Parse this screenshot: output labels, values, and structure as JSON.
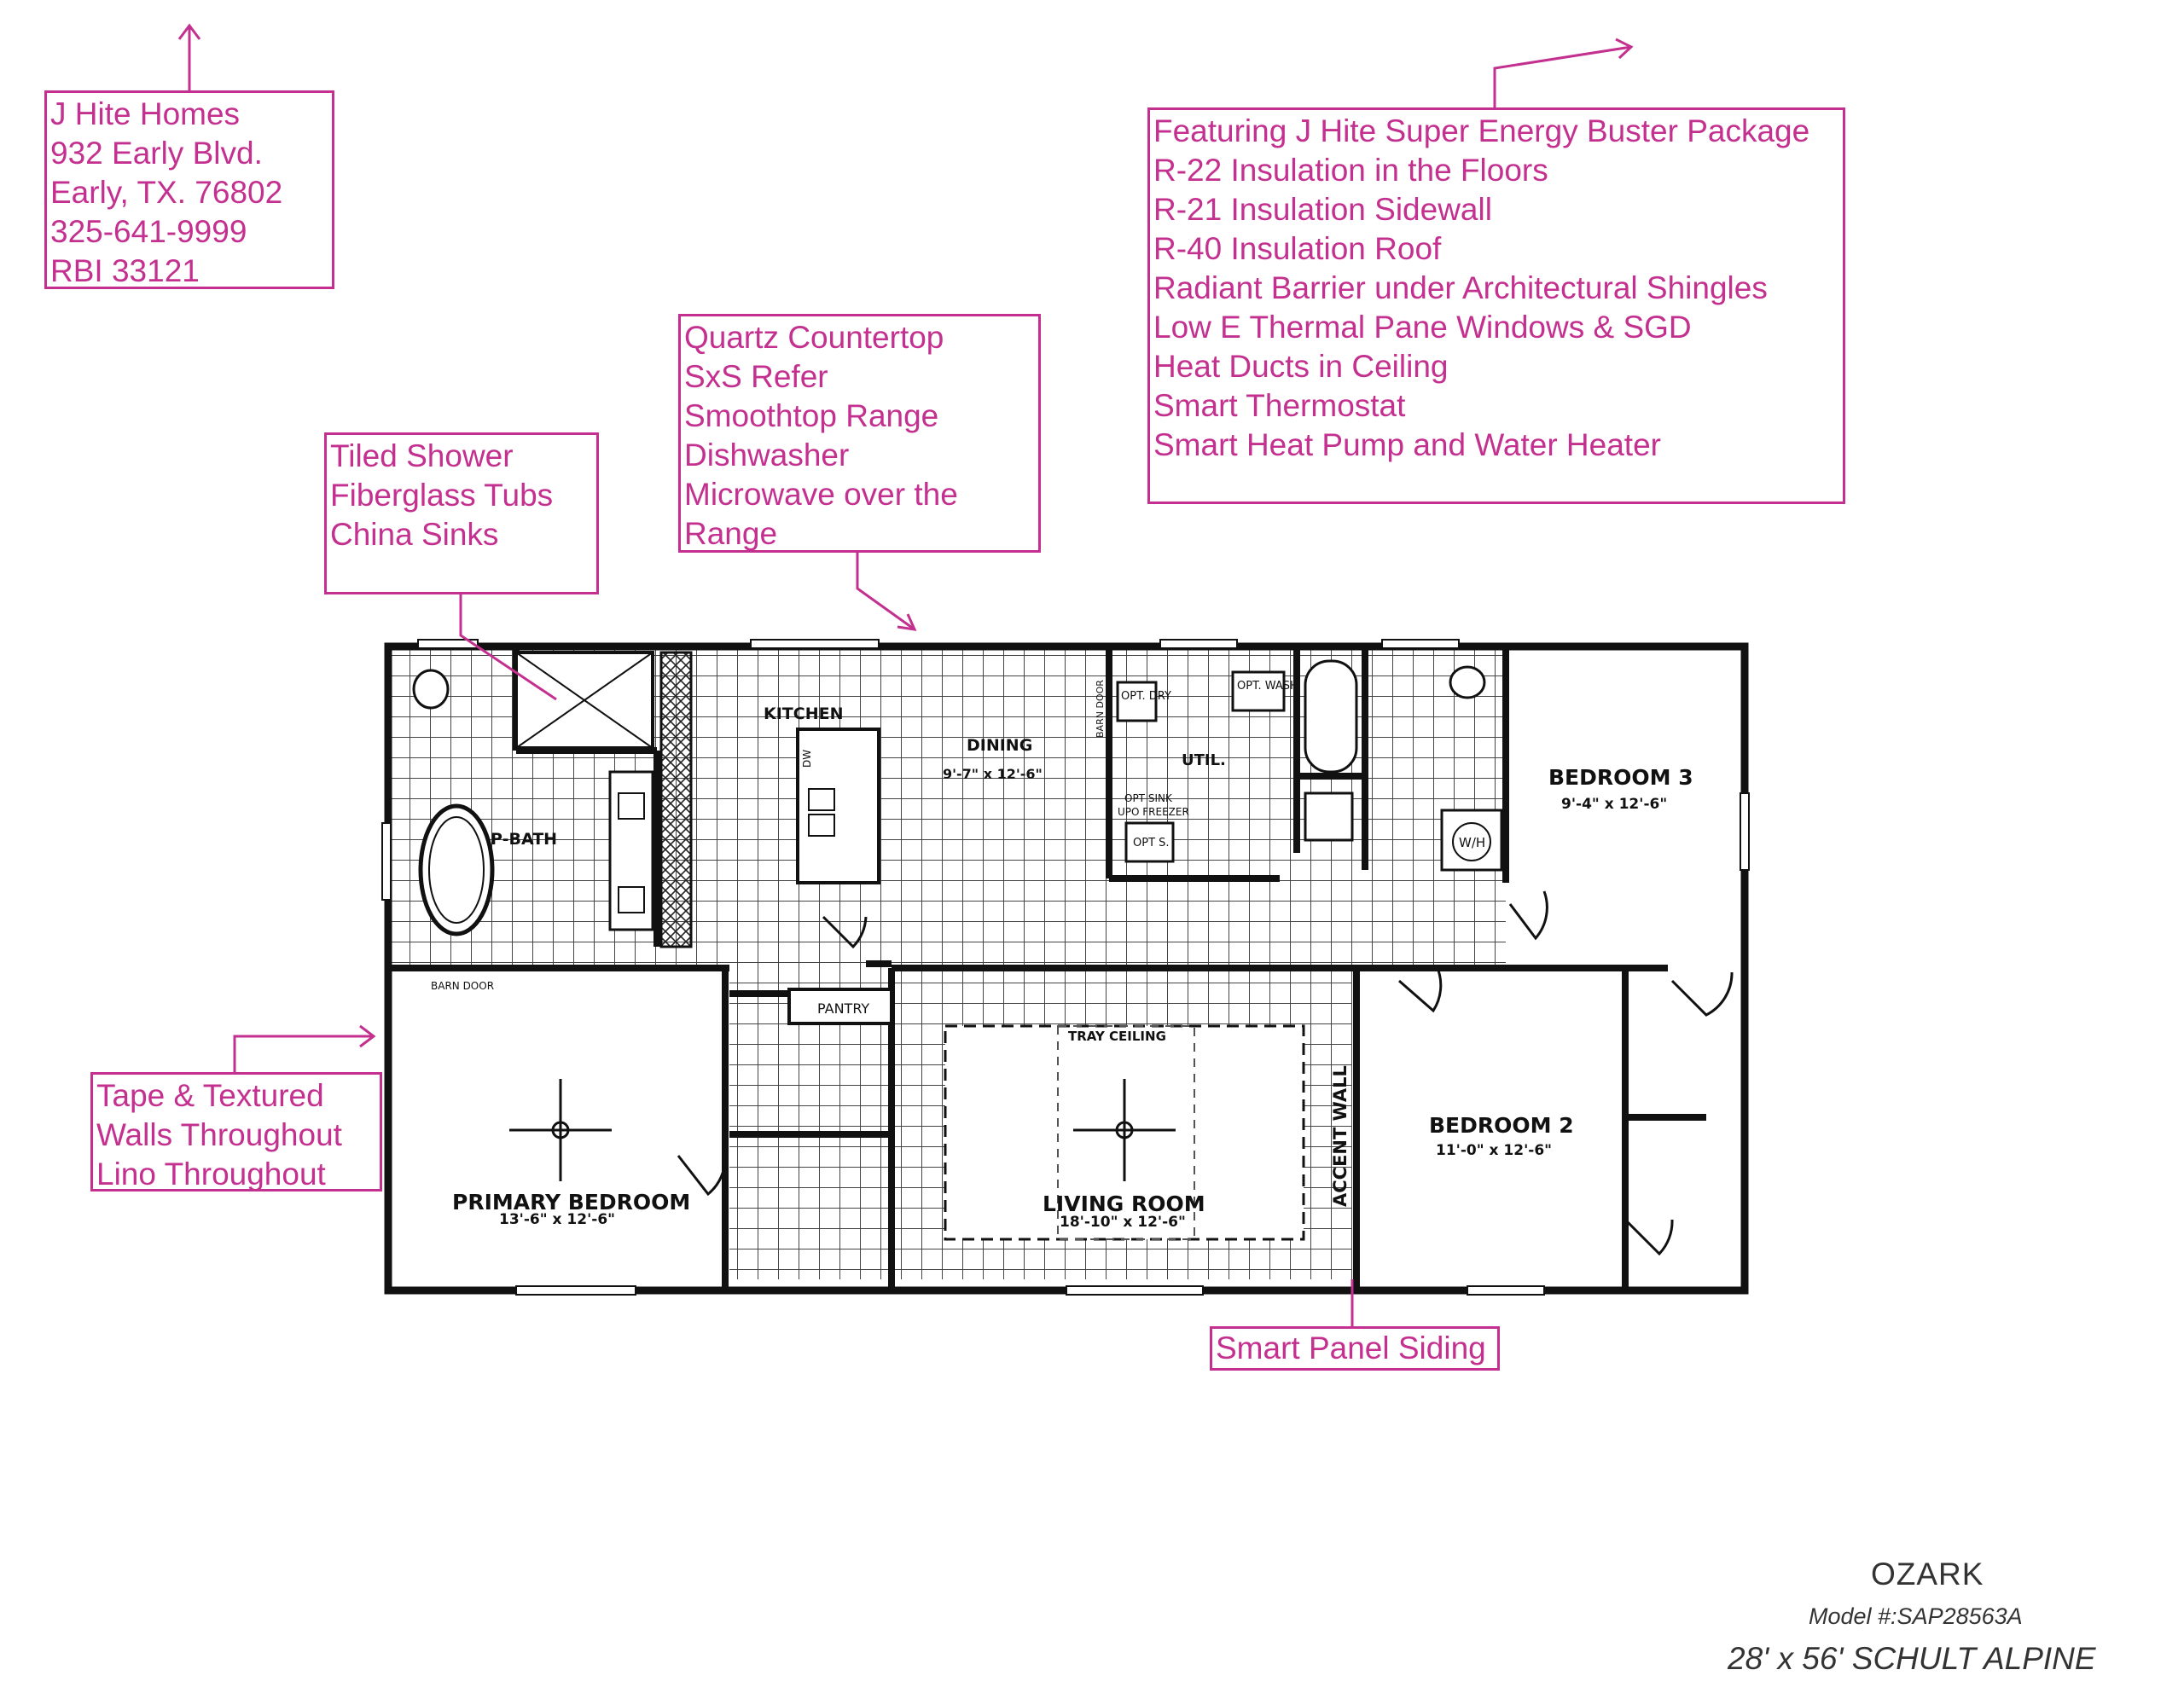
{
  "callouts": {
    "dealer": [
      "J Hite Homes",
      "932 Early Blvd.",
      "Early, TX. 76802",
      "325-641-9999",
      "RBI 33121"
    ],
    "energy": [
      "Featuring J Hite Super Energy Buster Package",
      "R-22 Insulation in the Floors",
      "R-21 Insulation Sidewall",
      "R-40 Insulation Roof",
      "Radiant Barrier under Architectural Shingles",
      "Low E Thermal Pane Windows & SGD",
      "Heat Ducts in Ceiling",
      "Smart Thermostat",
      "Smart Heat Pump and Water Heater"
    ],
    "kitchen": [
      "Quartz Countertop",
      "SxS Refer",
      "Smoothtop Range",
      "Dishwasher",
      "Microwave over the",
      "Range"
    ],
    "bath": [
      "Tiled Shower",
      "Fiberglass Tubs",
      "China Sinks"
    ],
    "walls": [
      "Tape & Textured",
      "Walls Throughout",
      "Lino Throughout"
    ],
    "siding": [
      "Smart Panel Siding"
    ]
  },
  "rooms": {
    "kitchen": "KITCHEN",
    "dining": "DINING",
    "dining_dim": "9'-7\" x  12'-6\"",
    "util": "UTIL.",
    "pbath": "P-BATH",
    "bedroom3": "BEDROOM 3",
    "bedroom3_dim": "9'-4\" x  12'-6\"",
    "bedroom2": "BEDROOM 2",
    "bedroom2_dim": "11'-0\" x  12'-6\"",
    "primary": "PRIMARY BEDROOM",
    "primary_dim": "13'-6\" x  12'-6\"",
    "living": "LIVING ROOM",
    "living_dim": "18'-10\" x  12'-6\"",
    "tray": "TRAY CEILING",
    "accent": "ACCENT WALL",
    "pantry": "PANTRY",
    "barn_door_top": "BARN DOOR",
    "barn_door_bath": "BARN DOOR",
    "opt_dry": "OPT. DRY",
    "opt_wash": "OPT. WASH",
    "opt_sink": "OPT SINK",
    "upo_freezer": "UPO FREEZER",
    "dw": "DW",
    "wh": "W/H",
    "opt_s": "OPT S."
  },
  "model": {
    "name": "OZARK",
    "number": "Model #:SAP28563A",
    "size": "28' x 56' SCHULT ALPINE"
  }
}
